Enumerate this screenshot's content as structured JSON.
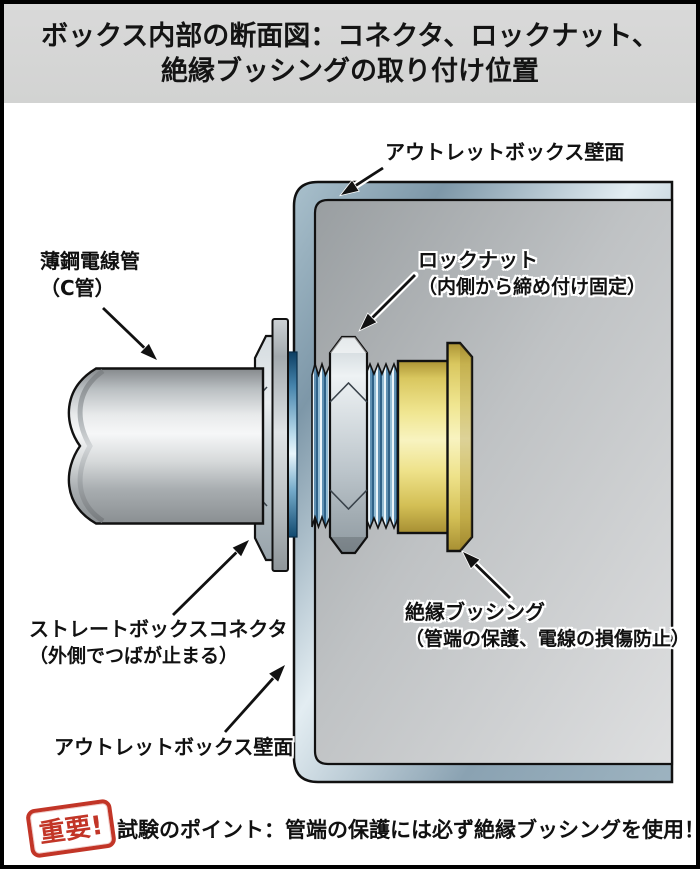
{
  "title": {
    "line1": "ボックス内部の断面図：コネクタ、ロックナット、",
    "line2": "絶縁ブッシングの取り付け位置"
  },
  "diagram": {
    "labels": {
      "top_wall": "アウトレットボックス壁面",
      "locknut": {
        "line1": "ロックナット",
        "line2": "（内側から締め付け固定）"
      },
      "pipe": {
        "line1": "薄鋼電線管",
        "line2": "（C管）"
      },
      "connector": {
        "line1": "ストレートボックスコネクタ",
        "line2": "（外側でつばが止まる）"
      },
      "bottom_wall": "アウトレットボックス壁面",
      "bushing": {
        "line1": "絶縁ブッシング",
        "line2": "（管端の保護、電線の損傷防止）"
      }
    },
    "colors": {
      "bushing_yellow": "#eee28a",
      "metal_wall_blue": "#7d97a8",
      "pipe_gray": "#c9cdcf",
      "thread_blue": "#5f90b2"
    }
  },
  "footer": {
    "stamp": "重要!",
    "text": "試験のポイント：管端の保護には必ず絶縁ブッシングを使用！"
  }
}
